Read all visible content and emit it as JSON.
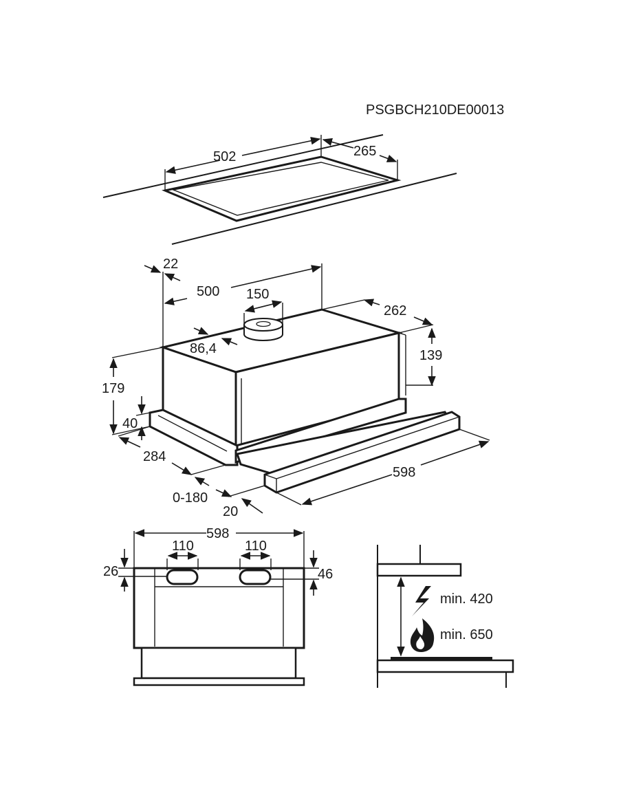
{
  "document_code": "PSGBCH210DE00013",
  "cutout": {
    "width": "502",
    "depth": "265"
  },
  "hood": {
    "offset_top": "22",
    "duct_distance": "500",
    "duct_diameter": "150",
    "duct_offset": "86,4",
    "depth": "262",
    "body_height": "139",
    "total_height": "179",
    "front_height": "40",
    "body_depth": "284",
    "extension": "0-180",
    "front_offset": "20",
    "width": "598"
  },
  "front_view": {
    "width": "598",
    "slot_left": "110",
    "slot_right": "110",
    "top_margin": "26",
    "slot_height": "46"
  },
  "installation": {
    "min_electric": "min. 420",
    "min_gas": "min. 650",
    "electric_icon": "lightning-icon",
    "gas_icon": "flame-icon"
  }
}
